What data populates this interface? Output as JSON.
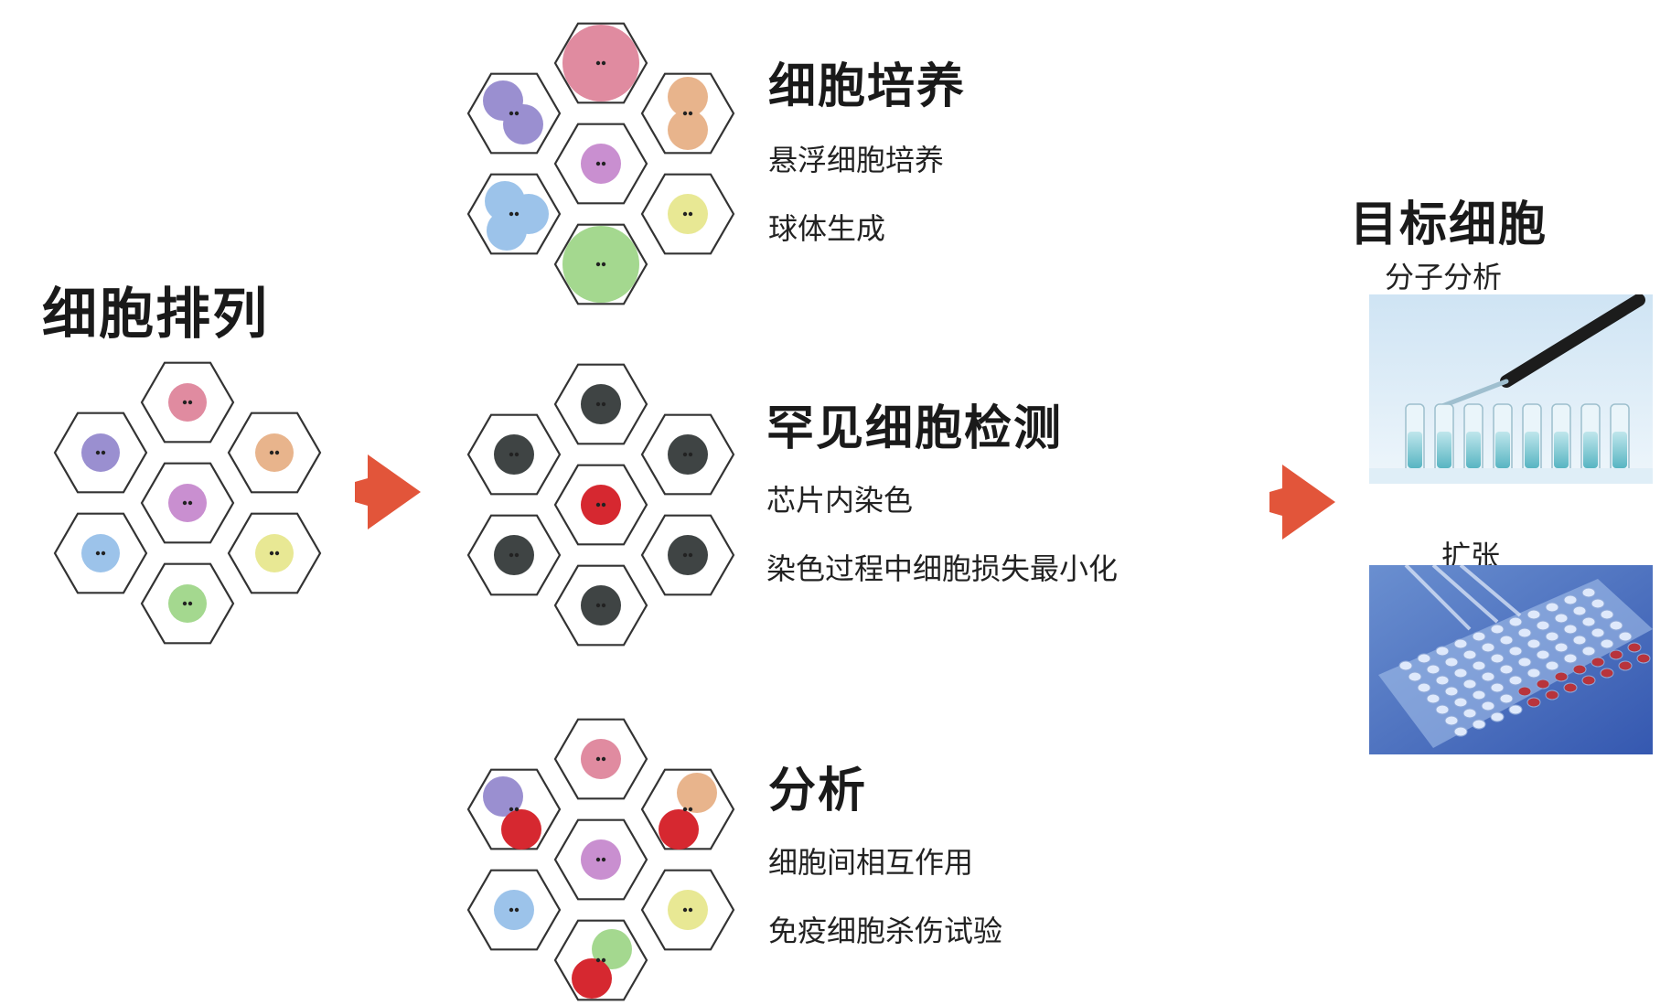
{
  "left": {
    "title": "细胞排列"
  },
  "sections": [
    {
      "title": "细胞培养",
      "items": [
        "悬浮细胞培养",
        "球体生成"
      ]
    },
    {
      "title": "罕见细胞检测",
      "items": [
        "芯片内染色",
        "染色过程中细胞损失最小化"
      ]
    },
    {
      "title": "分析",
      "items": [
        "细胞间相互作用",
        "免疫细胞杀伤试验"
      ]
    }
  ],
  "right": {
    "title": "目标细胞",
    "photo1_label": "分子分析",
    "photo2_label": "扩张"
  },
  "colors": {
    "arrow": "#e2553a",
    "hex_stroke": "#333333",
    "pink": "#e08ba0",
    "purple": "#9a8fd0",
    "orange": "#e8b48c",
    "magenta": "#c98fd0",
    "blue": "#9cc3ea",
    "yellow": "#e8e894",
    "green": "#a4d88f",
    "dark": "#3f4444",
    "red": "#d62830"
  }
}
